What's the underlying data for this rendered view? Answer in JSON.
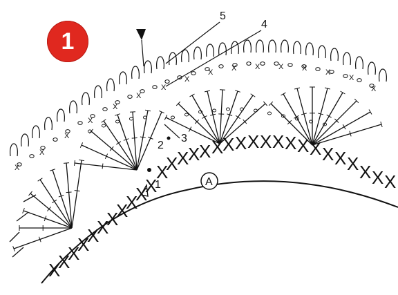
{
  "badge": {
    "number": "1",
    "color": "#e0281f"
  },
  "labels": {
    "row5": "5",
    "row4": "4",
    "row3": "3",
    "row2": "2",
    "row1": "1",
    "edge": "A"
  },
  "stitch_symbol": "X",
  "icons": {
    "start_marker": "triangle-down-icon",
    "end_marker": "triangle-outline-icon"
  }
}
